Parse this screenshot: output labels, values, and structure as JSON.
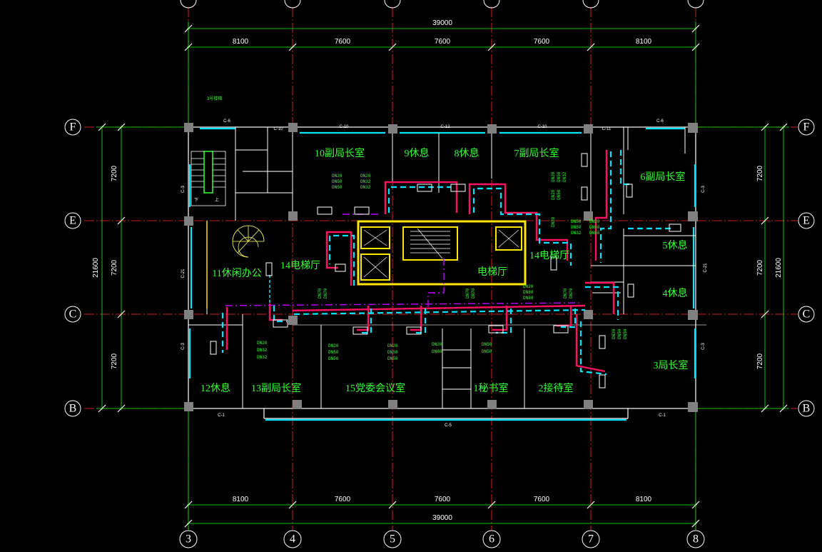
{
  "dimensions": {
    "total": "39000",
    "top_spans": [
      "8100",
      "7600",
      "7600",
      "7600",
      "8100"
    ],
    "bottom_spans": [
      "8100",
      "7600",
      "7600",
      "7600",
      "8100"
    ],
    "left_spans": [
      "7200",
      "7200",
      "7200"
    ],
    "right_spans": [
      "7200",
      "7200",
      "7200"
    ],
    "total_vertical": "21600"
  },
  "axes": {
    "columns": [
      "3",
      "4",
      "5",
      "6",
      "7",
      "8"
    ],
    "rows": [
      "F",
      "E",
      "C",
      "B"
    ]
  },
  "rooms": {
    "r10": "10副局长室",
    "r9": "9休息",
    "r8": "8休息",
    "r7": "7副局长室",
    "r6": "6副局长室",
    "r11": "11休闲办公",
    "r14a": "14电梯厅",
    "r14b": "14电梯厅",
    "elevator": "电梯厅",
    "r5": "5休息",
    "r4": "4休息",
    "r12": "12休息",
    "r13": "13副局长室",
    "r15": "15党委会议室",
    "r1": "1秘书室",
    "r2": "2接待室",
    "r3": "3局长室"
  },
  "window_tags": {
    "top": [
      "C-6",
      "C-10",
      "C-10",
      "C-12",
      "C-10",
      "C-11",
      "C-6"
    ],
    "bottom": [
      "C-1",
      "C-5",
      "C-1"
    ],
    "sides": [
      "C-3",
      "C-21",
      "C-3",
      "C-3",
      "C-21",
      "C-3"
    ]
  },
  "pipe_labels": [
    "DN20",
    "DN32",
    "DN50",
    "DN70",
    "DN80"
  ],
  "notes": {
    "stair_tag": "3号楼梯",
    "stair_up": "上",
    "stair_down": "下"
  },
  "colors": {
    "background": "#000000",
    "grid": "#ff2a2a",
    "dimension": "#00ff00",
    "wall": "#ffffff",
    "column": "#808080",
    "glass": "#00e5ff",
    "core": "#ffe600",
    "pipe_main": "#ff1060",
    "pipe_dash": "#00e5ff",
    "pipe_purple": "#c000ff",
    "text_green": "#33ff33"
  }
}
